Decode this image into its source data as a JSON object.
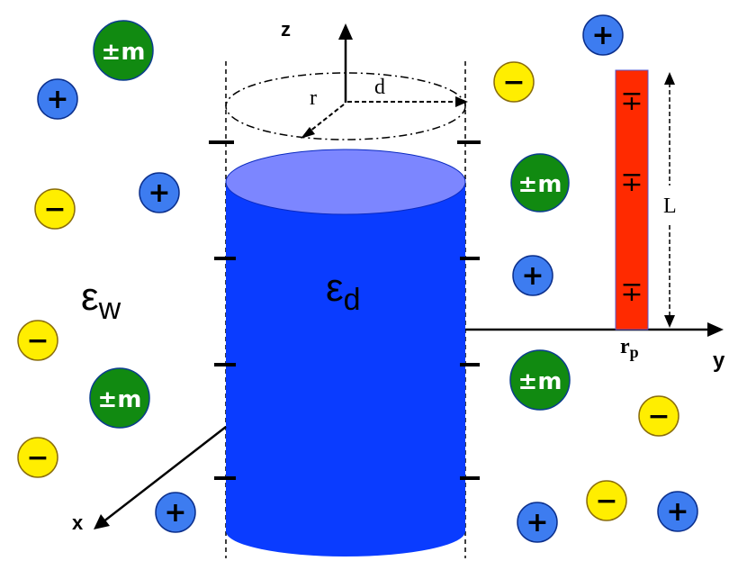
{
  "axes": {
    "z": "z",
    "y": "y",
    "x": "x"
  },
  "labels": {
    "eps_w_main": "ε",
    "eps_w_sub": "w",
    "eps_d_main": "ε",
    "eps_d_sub": "d",
    "r": "r",
    "d": "d",
    "L": "L",
    "rp_main": "r",
    "rp_sub": "p"
  },
  "ions": {
    "plus": "+",
    "minus": "−",
    "multivalent": "±m"
  },
  "rod": {
    "charge_symbol": "∓",
    "charge_count": 3
  },
  "colors": {
    "cylinder": "#0a3cff",
    "cylinder_top": "#7c86ff",
    "rod": "#ff2a00",
    "plus_ion": "#3d7cf0",
    "minus_ion": "#ffee00",
    "multivalent_ion": "#118a11"
  }
}
